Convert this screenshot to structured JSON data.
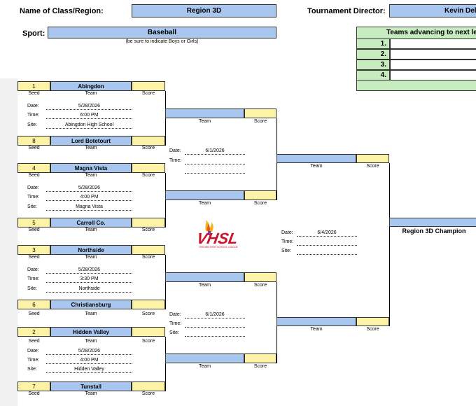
{
  "header": {
    "class_label": "Name of Class/Region:",
    "class_value": "Region 3D",
    "director_label": "Tournament Director:",
    "director_value": "Kevin Del",
    "sport_label": "Sport:",
    "sport_value": "Baseball",
    "sport_note": "(be sure to indicate Boys or Girls)"
  },
  "advancing": {
    "title": "Teams advancing to next le",
    "rows": [
      "1.",
      "2.",
      "3.",
      "4."
    ]
  },
  "captions": {
    "seed": "Seed",
    "team": "Team",
    "score": "Score",
    "date": "Date:",
    "time": "Time:",
    "site": "Site:"
  },
  "round1": [
    {
      "seed": "1",
      "team": "Abingdon"
    },
    {
      "seed": "8",
      "team": "Lord Botetourt"
    },
    {
      "seed": "4",
      "team": "Magna Vista"
    },
    {
      "seed": "5",
      "team": "Carroll Co."
    },
    {
      "seed": "3",
      "team": "Northside"
    },
    {
      "seed": "6",
      "team": "Christiansburg"
    },
    {
      "seed": "2",
      "team": "Hidden Valley"
    },
    {
      "seed": "7",
      "team": "Tunstall"
    }
  ],
  "round1_games": [
    {
      "date": "5/28/2026",
      "time": "6:00 PM",
      "site": "Abingdon High School"
    },
    {
      "date": "5/28/2026",
      "time": "4:00 PM",
      "site": "Magna Vista"
    },
    {
      "date": "5/28/2026",
      "time": "3:30 PM",
      "site": "Northside"
    },
    {
      "date": "5/28/2026",
      "time": "4:00 PM",
      "site": "Hidden Valley"
    }
  ],
  "semis": [
    {
      "date": "6/1/2026"
    },
    {
      "date": "6/1/2026"
    }
  ],
  "final": {
    "date": "6/4/2026"
  },
  "champion_label": "Region 3D Champion",
  "logo_text": "VHSL",
  "logo_sub": "VIRGINIA HIGH SCHOOL LEAGUE"
}
